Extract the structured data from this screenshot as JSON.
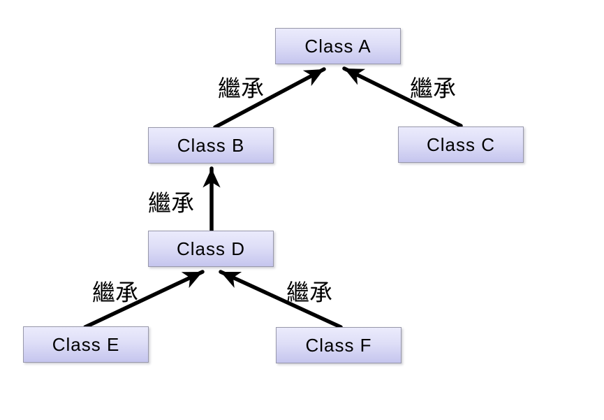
{
  "diagram": {
    "type": "class-inheritance-diagram",
    "background_color": "#ffffff",
    "node_style": {
      "fill_top": "#ebebfc",
      "fill_bottom": "#c5c5ee",
      "border_color": "#9797aa",
      "text_color": "#000000"
    },
    "arrow_color": "#000000",
    "nodes": [
      {
        "id": "A",
        "label": "Class A"
      },
      {
        "id": "B",
        "label": "Class B"
      },
      {
        "id": "C",
        "label": "Class C"
      },
      {
        "id": "D",
        "label": "Class D"
      },
      {
        "id": "E",
        "label": "Class E"
      },
      {
        "id": "F",
        "label": "Class F"
      }
    ],
    "edges": [
      {
        "from": "B",
        "to": "A",
        "label": "繼承"
      },
      {
        "from": "C",
        "to": "A",
        "label": "繼承"
      },
      {
        "from": "D",
        "to": "B",
        "label": "繼承"
      },
      {
        "from": "E",
        "to": "D",
        "label": "繼承"
      },
      {
        "from": "F",
        "to": "D",
        "label": "繼承"
      }
    ]
  }
}
